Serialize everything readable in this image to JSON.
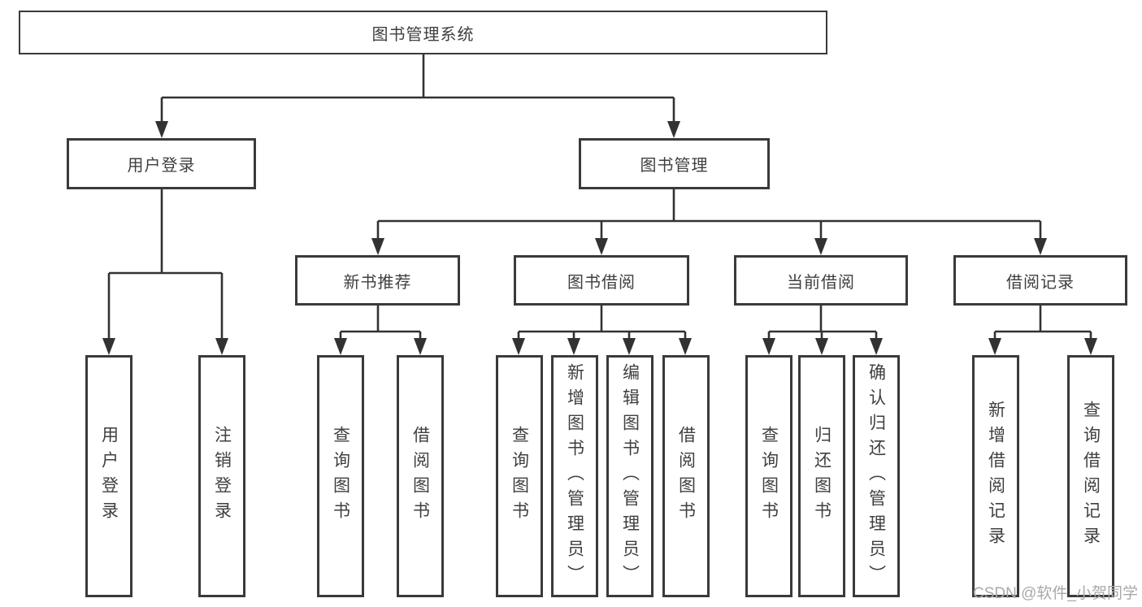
{
  "diagram": {
    "title": "图书管理系统",
    "branches": [
      {
        "label": "用户登录",
        "children": [
          {
            "label": "用户登录"
          },
          {
            "label": "注销登录"
          }
        ]
      },
      {
        "label": "图书管理",
        "children": [
          {
            "label": "新书推荐",
            "children": [
              {
                "label": "查询图书"
              },
              {
                "label": "借阅图书"
              }
            ]
          },
          {
            "label": "图书借阅",
            "children": [
              {
                "label": "查询图书"
              },
              {
                "label": "新增图书（管理员）"
              },
              {
                "label": "编辑图书（管理员）"
              },
              {
                "label": "借阅图书"
              }
            ]
          },
          {
            "label": "当前借阅",
            "children": [
              {
                "label": "查询图书"
              },
              {
                "label": "归还图书"
              },
              {
                "label": "确认归还（管理员）"
              }
            ]
          },
          {
            "label": "借阅记录",
            "children": [
              {
                "label": "新增借阅记录"
              },
              {
                "label": "查询借阅记录"
              }
            ]
          }
        ]
      }
    ]
  },
  "watermark": "CSDN @软件_小贺同学",
  "colors": {
    "border": "#3a3a3a",
    "line": "#323232",
    "text": "#3f3f3f",
    "watermark": "#a9a9a9"
  }
}
